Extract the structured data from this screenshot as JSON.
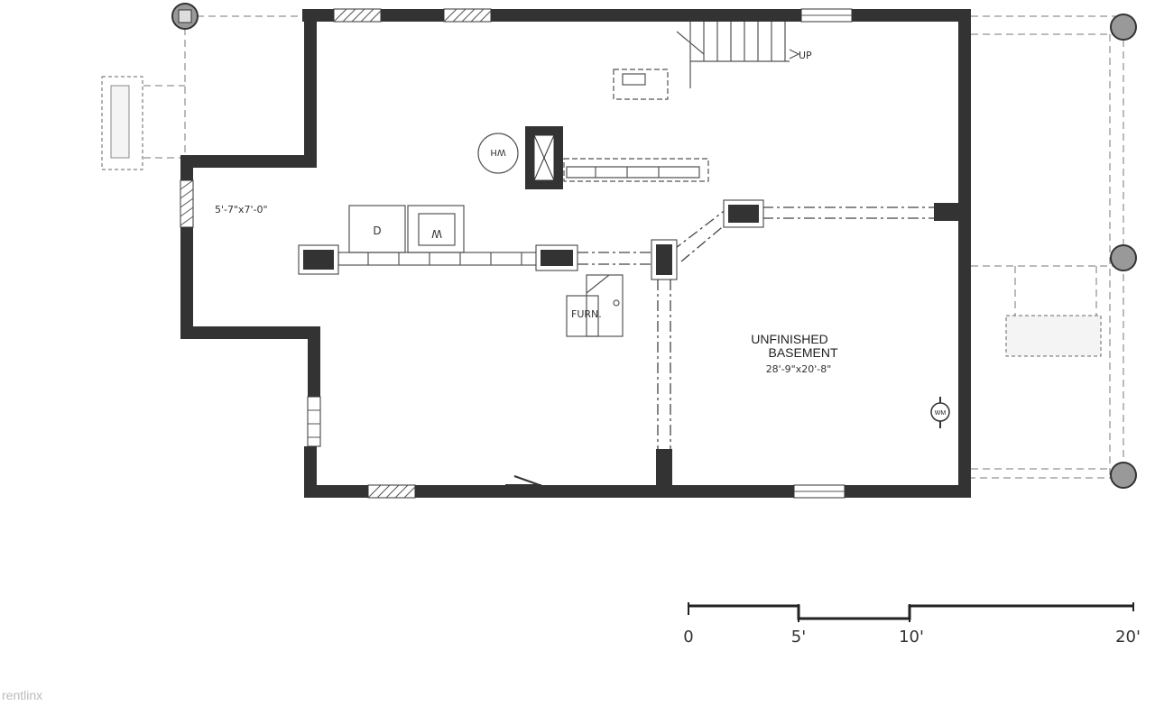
{
  "plan": {
    "room_label_line1": "UNFINISHED",
    "room_label_line2": "BASEMENT",
    "room_dimensions": "28'-9\"x20'-8\"",
    "small_room_dimensions": "5'-7\"x7'-0\"",
    "stairs_label": "UP",
    "water_heater_label": "WH",
    "dryer_label": "D",
    "washer_label": "W",
    "furnace_label": "FURN.",
    "water_meter_label": "WM"
  },
  "scale_bar": {
    "ticks": [
      "0",
      "5'",
      "10'",
      "20'"
    ]
  },
  "watermark": "rentlinx",
  "colors": {
    "wall": "#333333",
    "line": "#555555",
    "background": "#ffffff"
  }
}
